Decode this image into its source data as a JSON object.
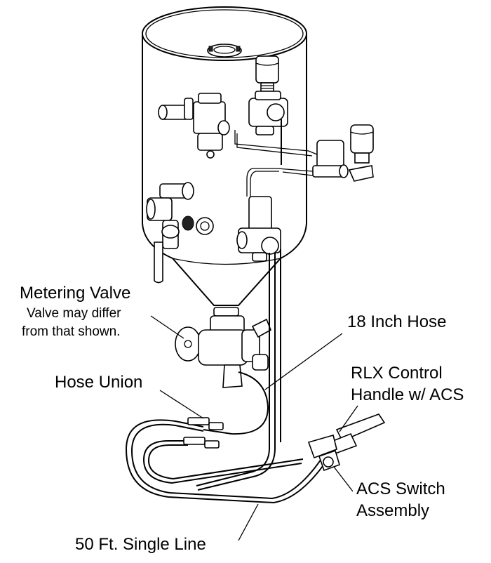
{
  "labels": {
    "metering_valve": "Metering Valve",
    "metering_note_line1": "Valve may differ",
    "metering_note_line2": "from that shown.",
    "hose_18": "18 Inch Hose",
    "hose_union": "Hose Union",
    "rlx_line1": "RLX Control",
    "rlx_line2": "Handle w/ ACS",
    "acs_line1": "ACS Switch",
    "acs_line2": "Assembly",
    "single_line": "50 Ft. Single Line"
  },
  "colors": {
    "line": "#000000",
    "background": "#ffffff"
  }
}
